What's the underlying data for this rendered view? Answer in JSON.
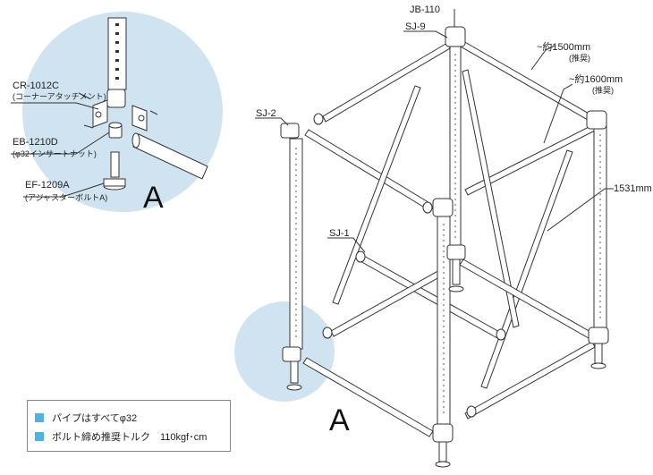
{
  "colors": {
    "accent": "#4fb3de",
    "circle_fill": "#cfe3f0",
    "line": "#333333",
    "pipe_fill": "#ffffff"
  },
  "detail": {
    "part_cr_code": "CR-1012C",
    "part_cr_desc": "(コーナーアタッチメント)",
    "part_eb_code": "EB-1210D",
    "part_eb_desc": "(φ32インサートナット)",
    "part_ef_code": "EF-1209A",
    "part_ef_desc": "(アジャスターボルトA)",
    "marker": "A"
  },
  "frame": {
    "label_jb": "JB-110",
    "label_sj9": "SJ-9",
    "label_sj2": "SJ-2",
    "label_sj1": "SJ-1",
    "dim_1500": "~約1500mm",
    "dim_1500_note": "(推奨)",
    "dim_1600": "~約1600mm",
    "dim_1600_note": "(推奨)",
    "dim_1531": "1531mm",
    "marker": "A"
  },
  "legend": {
    "item1": "パイプはすべてφ32",
    "item2": "ボルト締め推奨トルク　110kgf･cm"
  }
}
